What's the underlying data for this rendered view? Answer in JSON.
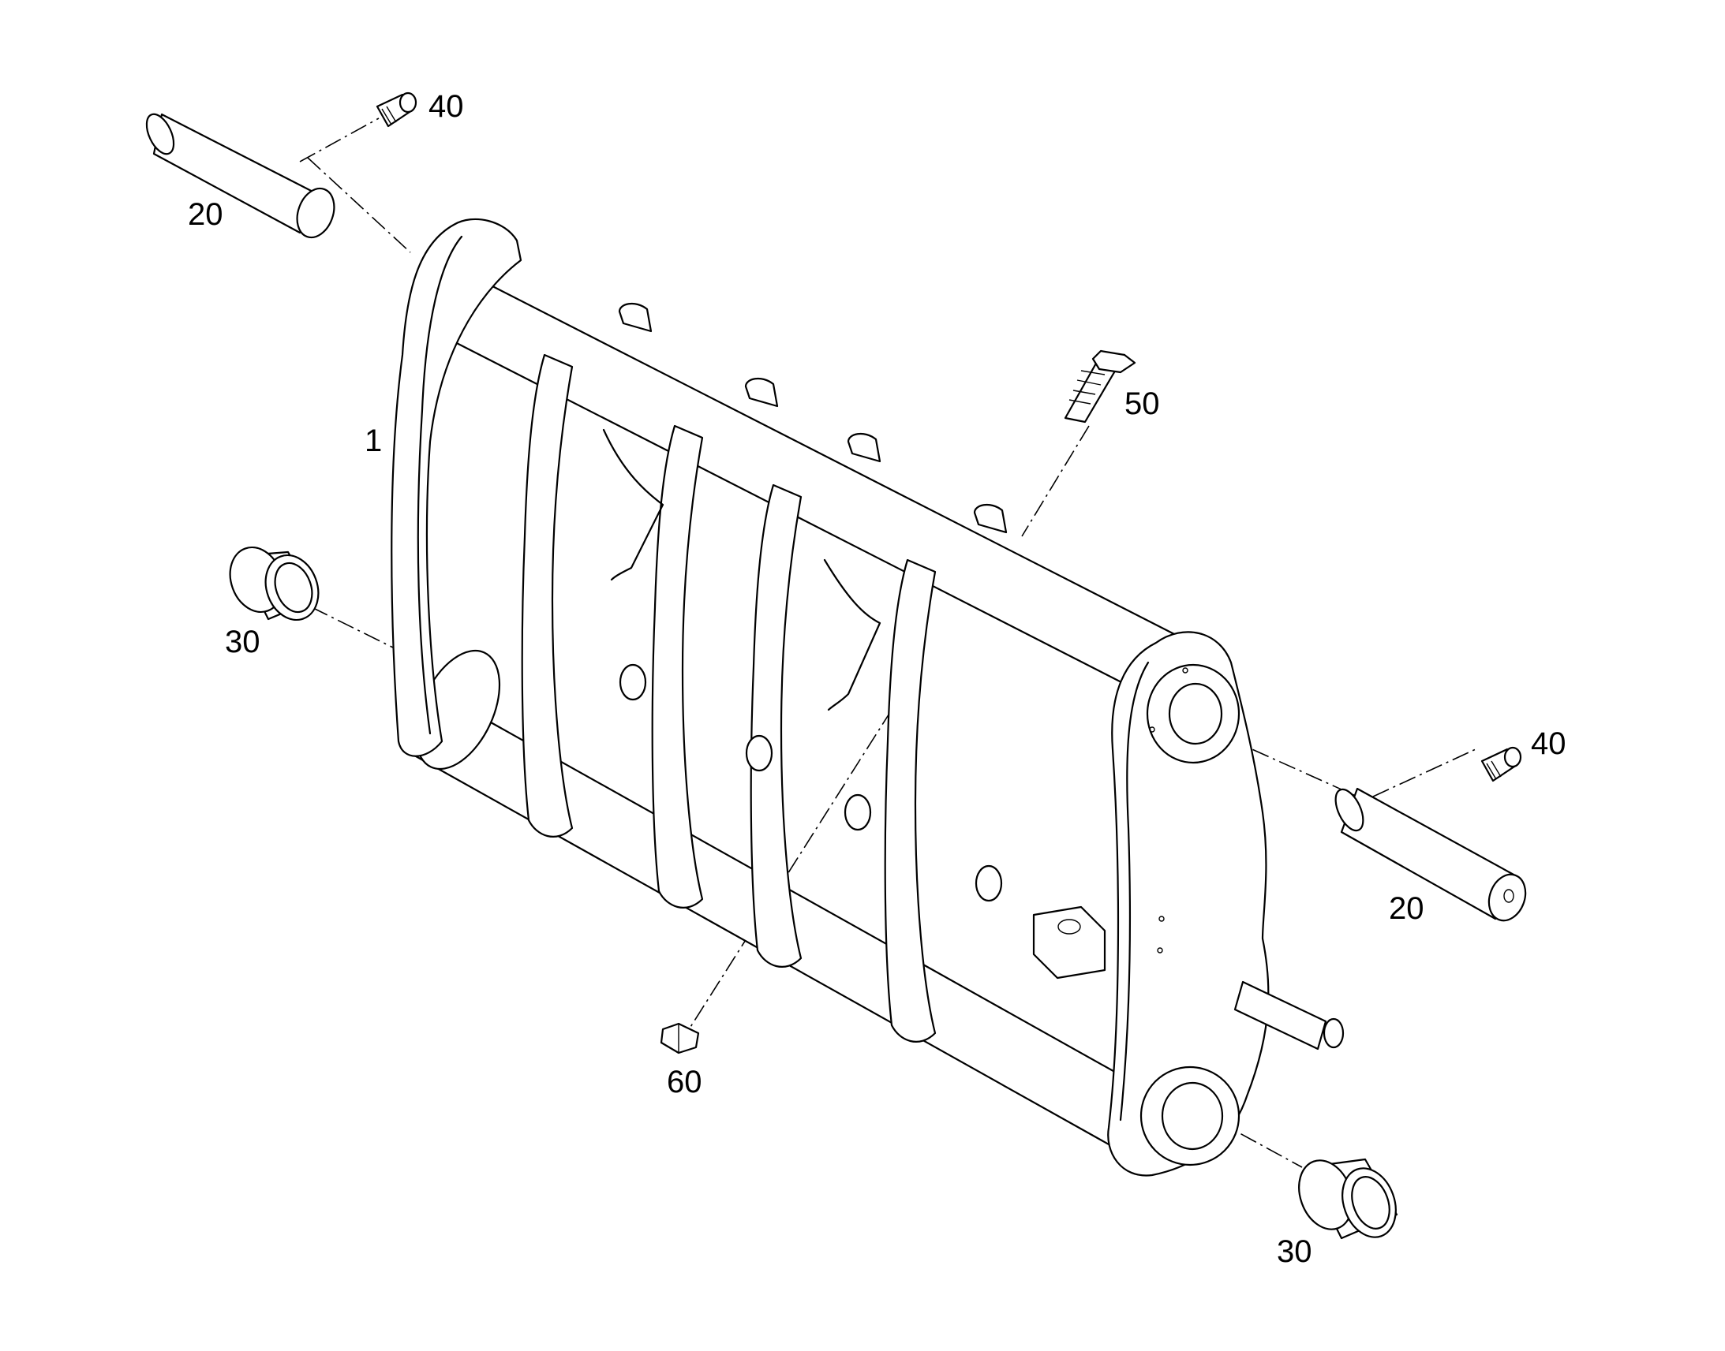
{
  "callouts": [
    {
      "id": "pin-top-left",
      "label": "20"
    },
    {
      "id": "fitting-top-left",
      "label": "40"
    },
    {
      "id": "frame",
      "label": "1"
    },
    {
      "id": "bushing-left",
      "label": "30"
    },
    {
      "id": "bolt",
      "label": "50"
    },
    {
      "id": "fitting-right",
      "label": "40"
    },
    {
      "id": "pin-right",
      "label": "20"
    },
    {
      "id": "nut",
      "label": "60"
    },
    {
      "id": "bushing-bottom-right",
      "label": "30"
    }
  ],
  "colors": {
    "line": "#000000",
    "background": "#ffffff"
  }
}
